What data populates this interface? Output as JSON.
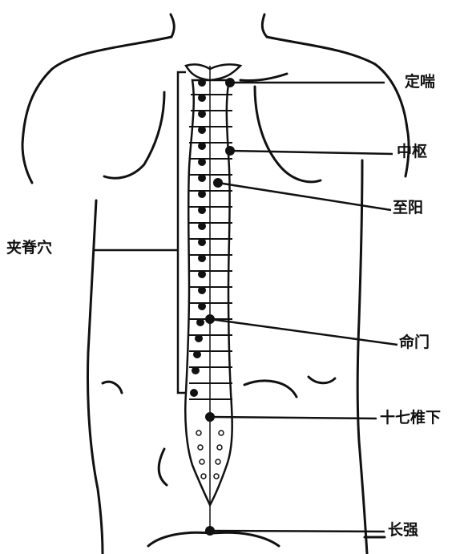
{
  "labels": {
    "dingchuan": "定喘",
    "zhongshu": "中枢",
    "zhiyang": "至阳",
    "jiaji": "夹脊穴",
    "mingmen": "命门",
    "shiqizhuixia": "十七椎下",
    "changqiang": "长强"
  }
}
